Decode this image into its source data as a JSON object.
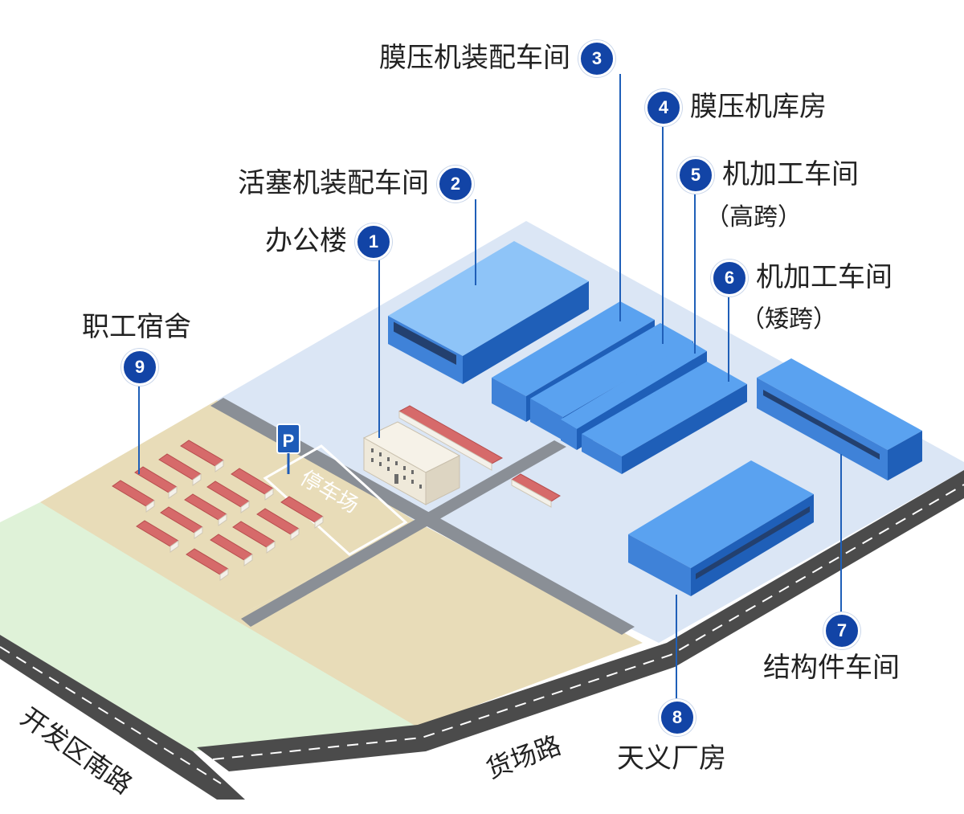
{
  "facilities": [
    {
      "num": "1",
      "name": "办公楼"
    },
    {
      "num": "2",
      "name": "活塞机装配车间"
    },
    {
      "num": "3",
      "name": "膜压机装配车间"
    },
    {
      "num": "4",
      "name": "膜压机库房"
    },
    {
      "num": "5",
      "name": "机加工车间",
      "sub": "（高跨）"
    },
    {
      "num": "6",
      "name": "机加工车间",
      "sub": "（矮跨）"
    },
    {
      "num": "7",
      "name": "结构件车间"
    },
    {
      "num": "8",
      "name": "天义厂房"
    },
    {
      "num": "9",
      "name": "职工宿舍"
    }
  ],
  "parking": {
    "sign": "P",
    "label": "停车场"
  },
  "roads": [
    "开发区南路",
    "货场路"
  ],
  "colors": {
    "badge": "#1244a6",
    "factory_zone": "#dbe6f5",
    "dorm_zone": "#e8dcb8",
    "green_zone": "#dff2d8",
    "roof_blue": "#4a90e8",
    "roof_red": "#d66a6a",
    "road": "#555555"
  }
}
